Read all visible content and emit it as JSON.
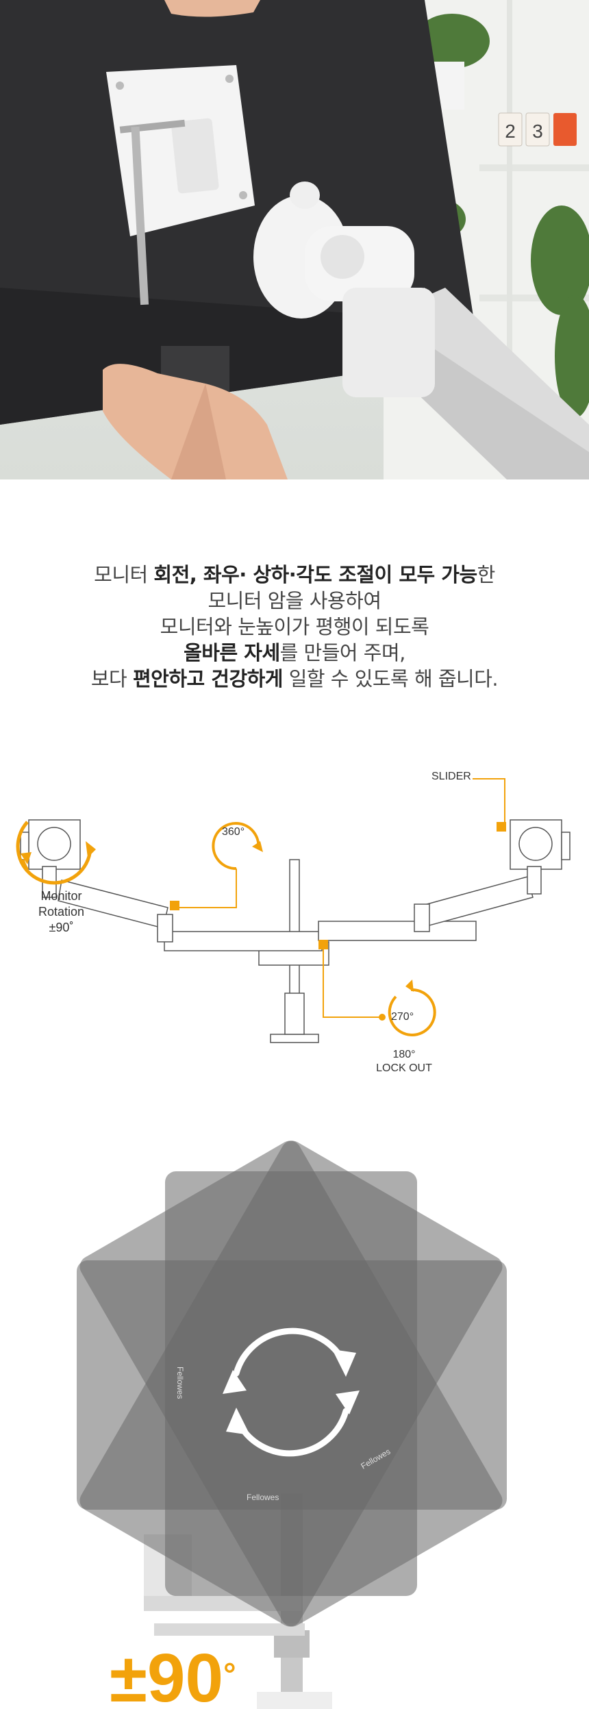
{
  "intro": {
    "line1": {
      "t1": "모니터 ",
      "b1": "회전, 좌우· 상하·각도 조절이 모두 가능",
      "t2": "한"
    },
    "line2": "모니터 암을 사용하여",
    "line3": "모니터와 눈높이가 평행이 되도록",
    "line4": {
      "b1": "올바른 자세",
      "t1": "를 만들어 주며,"
    },
    "line5": {
      "t1": "보다 ",
      "b1": "편안하고 건강하게",
      "t2": " 일할 수 있도록 해 줍니다."
    }
  },
  "photo": {
    "calendar_digits": [
      "2",
      "3"
    ]
  },
  "diagram": {
    "slider_label": "SLIDER",
    "monitor_rotation": [
      "Monitor",
      "Rotation",
      "±90˚"
    ],
    "swivel": "360°",
    "tilt": "270°",
    "lock_out": [
      "180°",
      "LOCK OUT"
    ]
  },
  "rotation": {
    "brand": "Fellowes",
    "big_value": "±90",
    "big_unit": "°"
  },
  "colors": {
    "accent": "#f2a20b",
    "text": "#444444",
    "panel": "#555555"
  }
}
